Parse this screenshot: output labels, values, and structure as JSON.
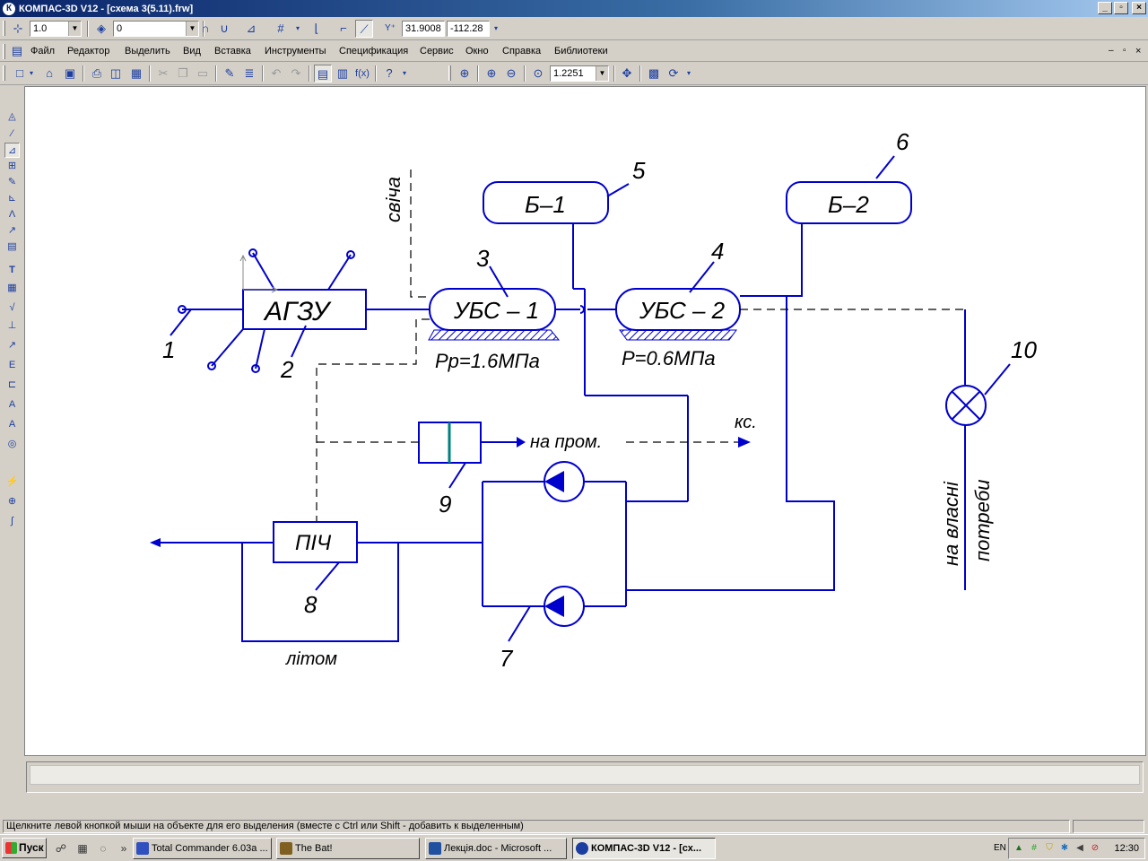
{
  "window": {
    "title": "КОМПАС-3D V12 - [схема 3(5.11).frw]",
    "icon": "kompas-logo-icon",
    "controls": [
      "minimize-icon",
      "restore-icon",
      "close-icon"
    ]
  },
  "props_bar": {
    "step_value": "1.0",
    "layer_value": "0",
    "coord_x": "31.9008",
    "coord_y": "-112.28"
  },
  "menu": {
    "items": [
      {
        "label": "Файл"
      },
      {
        "label": "Редактор"
      },
      {
        "label": "Выделить"
      },
      {
        "label": "Вид"
      },
      {
        "label": "Вставка"
      },
      {
        "label": "Инструменты"
      },
      {
        "label": "Спецификация"
      },
      {
        "label": "Сервис"
      },
      {
        "label": "Окно"
      },
      {
        "label": "Справка"
      },
      {
        "label": "Библиотеки"
      }
    ]
  },
  "std_bar": {
    "zoom_value": "1.2251",
    "fx_label": "f(x)"
  },
  "drawing": {
    "labels": {
      "agzu": "АГЗУ",
      "ubs1": "УБС – 1",
      "ubs2": "УБС – 2",
      "b1": "Б–1",
      "b2": "Б–2",
      "pich": "ПІЧ",
      "svicha": "свіча",
      "p1": "Рр=1.6МПа",
      "p2": "Р=0.6МПа",
      "na_prom": "на пром.",
      "ks": "кс.",
      "litom": "літом",
      "vlasni_1": "на власні",
      "vlasni_2": "потреби"
    },
    "callouts": [
      "1",
      "2",
      "3",
      "4",
      "5",
      "6",
      "7",
      "8",
      "9",
      "10"
    ],
    "line_color": "#0000cc"
  },
  "status": {
    "hint": "Щелкните левой кнопкой мыши на объекте для его выделения (вместе с Ctrl или Shift - добавить к выделенным)"
  },
  "taskbar": {
    "start_label": "Пуск",
    "tasks": [
      {
        "label": "Total Commander 6.03a ..."
      },
      {
        "label": "The Bat!"
      },
      {
        "label": "Лекція.doc - Microsoft ..."
      },
      {
        "label": "КОМПАС-3D V12 - [сх..."
      }
    ],
    "lang": "EN",
    "clock": "12:30",
    "chevron": "»"
  }
}
